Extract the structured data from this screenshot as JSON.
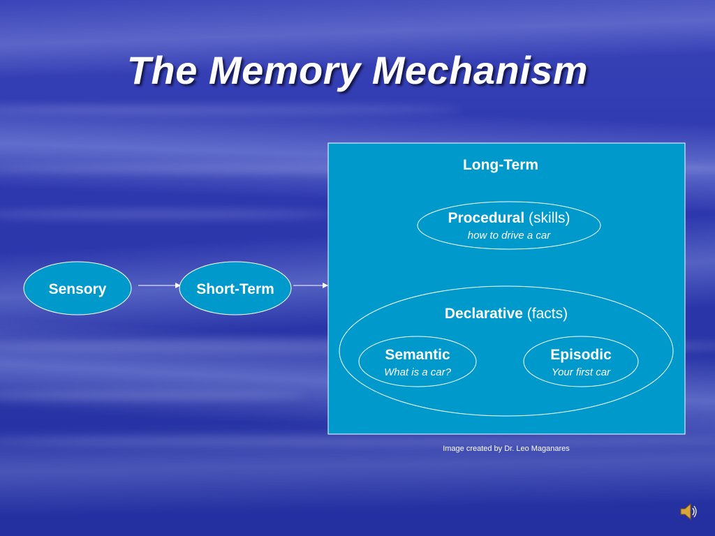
{
  "slide": {
    "title": "The Memory Mechanism",
    "credit": "Image created by Dr. Leo Maganares"
  },
  "diagram": {
    "nodes": {
      "sensory": "Sensory",
      "short_term": "Short-Term",
      "long_term": "Long-Term",
      "procedural": {
        "name": "Procedural",
        "kind": "(skills)",
        "example": "how to drive a car"
      },
      "declarative": {
        "name": "Declarative",
        "kind": "(facts)"
      },
      "semantic": {
        "name": "Semantic",
        "example": "What is a car?"
      },
      "episodic": {
        "name": "Episodic",
        "example": "Your first car"
      }
    },
    "colors": {
      "long_term_fill": "#0099cc",
      "ellipse_fill": "#0099cc",
      "stroke": "#ffffff"
    }
  },
  "icons": {
    "speaker": "speaker-icon"
  }
}
